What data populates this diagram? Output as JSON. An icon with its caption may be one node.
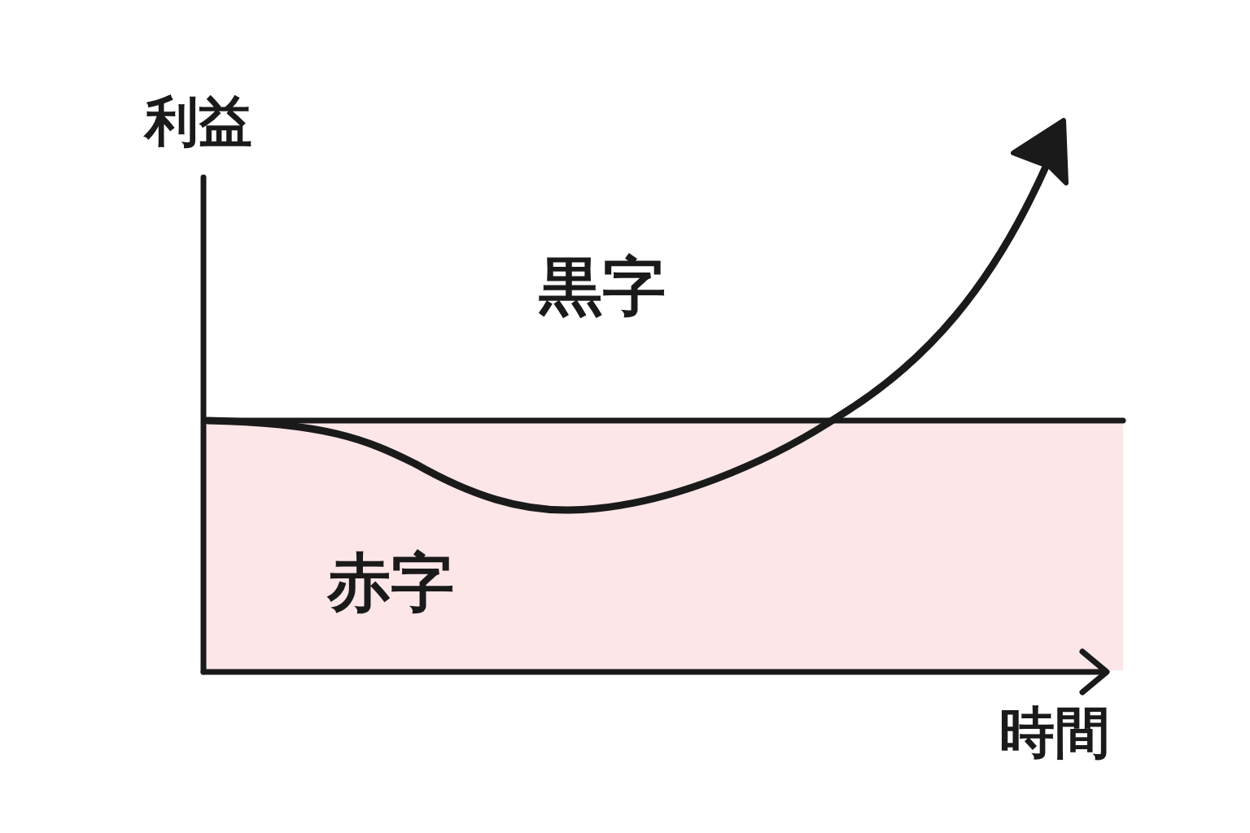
{
  "diagram": {
    "labels": [
      "利益",
      "黒字",
      "赤字",
      "時間"
    ]
  }
}
